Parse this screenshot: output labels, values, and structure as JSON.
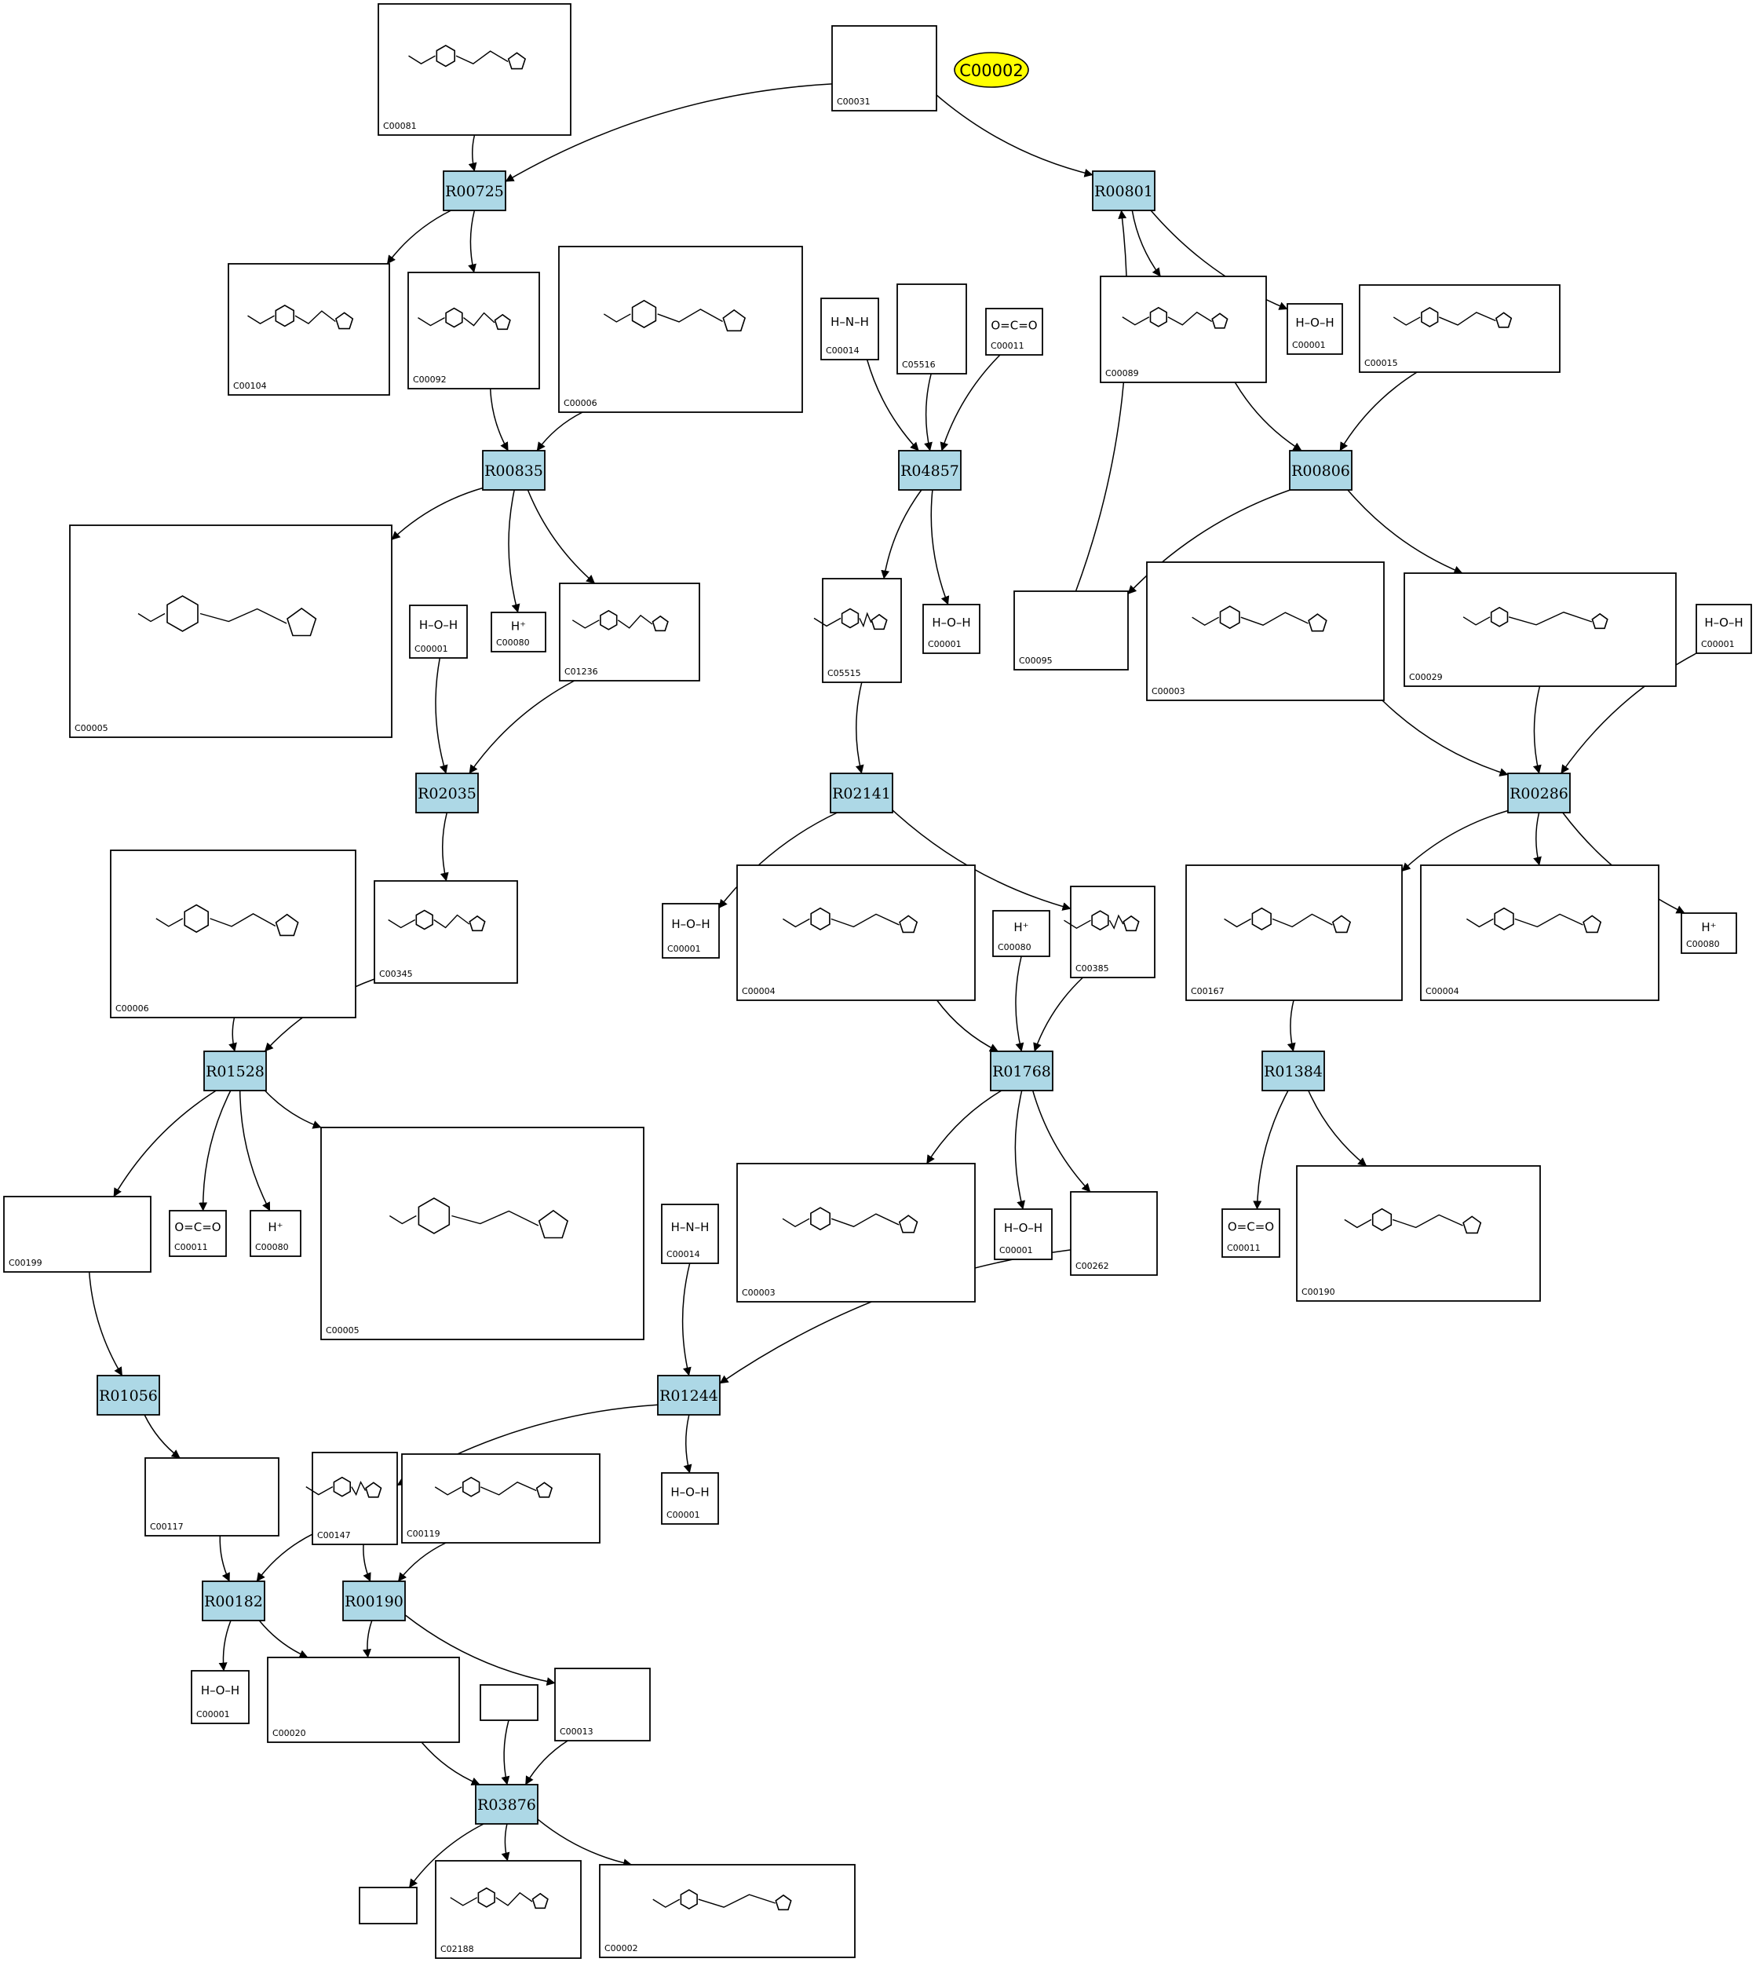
{
  "highlight": {
    "id": "C00002",
    "fill": "#ffff00"
  },
  "colors": {
    "reaction_fill": "#add8e6",
    "line": "#000000",
    "compound_fill": "#ffffff"
  },
  "reactions": [
    {
      "id": "r-R00725",
      "label": "R00725"
    },
    {
      "id": "r-R00801",
      "label": "R00801"
    },
    {
      "id": "r-R00835",
      "label": "R00835"
    },
    {
      "id": "r-R04857",
      "label": "R04857"
    },
    {
      "id": "r-R00806",
      "label": "R00806"
    },
    {
      "id": "r-R02035",
      "label": "R02035"
    },
    {
      "id": "r-R02141",
      "label": "R02141"
    },
    {
      "id": "r-R00286",
      "label": "R00286"
    },
    {
      "id": "r-R01528",
      "label": "R01528"
    },
    {
      "id": "r-R01768",
      "label": "R01768"
    },
    {
      "id": "r-R01384",
      "label": "R01384"
    },
    {
      "id": "r-R01056",
      "label": "R01056"
    },
    {
      "id": "r-R01244",
      "label": "R01244"
    },
    {
      "id": "r-R00182",
      "label": "R00182"
    },
    {
      "id": "r-R00190",
      "label": "R00190"
    },
    {
      "id": "r-R03876",
      "label": "R03876"
    }
  ],
  "compounds": [
    {
      "id": "c01",
      "label": "C00081",
      "formula": ""
    },
    {
      "id": "c02",
      "label": "C00031",
      "formula": ""
    },
    {
      "id": "c03",
      "label": "C00104",
      "formula": ""
    },
    {
      "id": "c04",
      "label": "C00092",
      "formula": ""
    },
    {
      "id": "c05",
      "label": "C00006",
      "formula": ""
    },
    {
      "id": "c06",
      "label": "C00014",
      "formula": "H–N–H"
    },
    {
      "id": "c07",
      "label": "C05516",
      "formula": ""
    },
    {
      "id": "c08",
      "label": "C00011",
      "formula": "O=C=O"
    },
    {
      "id": "c09",
      "label": "C00089",
      "formula": ""
    },
    {
      "id": "c10",
      "label": "C00001",
      "formula": "H–O–H"
    },
    {
      "id": "c11",
      "label": "C00015",
      "formula": ""
    },
    {
      "id": "c12",
      "label": "C00005",
      "formula": ""
    },
    {
      "id": "c13",
      "label": "C00001",
      "formula": "H–O–H"
    },
    {
      "id": "c14",
      "label": "C00080",
      "formula": "H⁺"
    },
    {
      "id": "c15",
      "label": "C01236",
      "formula": ""
    },
    {
      "id": "c16",
      "label": "C05515",
      "formula": ""
    },
    {
      "id": "c17",
      "label": "C00001",
      "formula": "H–O–H"
    },
    {
      "id": "c18",
      "label": "C00095",
      "formula": ""
    },
    {
      "id": "c19",
      "label": "C00003",
      "formula": ""
    },
    {
      "id": "c20",
      "label": "C00029",
      "formula": ""
    },
    {
      "id": "c21",
      "label": "C00001",
      "formula": "H–O–H"
    },
    {
      "id": "c22",
      "label": "C00006",
      "formula": ""
    },
    {
      "id": "c23",
      "label": "C00345",
      "formula": ""
    },
    {
      "id": "c24",
      "label": "C00001",
      "formula": "H–O–H"
    },
    {
      "id": "c25",
      "label": "C00004",
      "formula": ""
    },
    {
      "id": "c26",
      "label": "C00080",
      "formula": "H⁺"
    },
    {
      "id": "c27",
      "label": "C00385",
      "formula": ""
    },
    {
      "id": "c28",
      "label": "C00167",
      "formula": ""
    },
    {
      "id": "c29",
      "label": "C00004",
      "formula": ""
    },
    {
      "id": "c30",
      "label": "C00080",
      "formula": "H⁺"
    },
    {
      "id": "c31",
      "label": "C00199",
      "formula": ""
    },
    {
      "id": "c32",
      "label": "C00011",
      "formula": "O=C=O"
    },
    {
      "id": "c33",
      "label": "C00080",
      "formula": "H⁺"
    },
    {
      "id": "c34",
      "label": "C00005",
      "formula": ""
    },
    {
      "id": "c35",
      "label": "C00014",
      "formula": "H–N–H"
    },
    {
      "id": "c36",
      "label": "C00003",
      "formula": ""
    },
    {
      "id": "c37",
      "label": "C00001",
      "formula": "H–O–H"
    },
    {
      "id": "c38",
      "label": "C00262",
      "formula": ""
    },
    {
      "id": "c39",
      "label": "C00011",
      "formula": "O=C=O"
    },
    {
      "id": "c40",
      "label": "C00190",
      "formula": ""
    },
    {
      "id": "c41",
      "label": "C00117",
      "formula": ""
    },
    {
      "id": "c42",
      "label": "C00147",
      "formula": ""
    },
    {
      "id": "c43",
      "label": "C00119",
      "formula": ""
    },
    {
      "id": "c44",
      "label": "C00001",
      "formula": "H–O–H"
    },
    {
      "id": "c45",
      "label": "C00001",
      "formula": "H–O–H"
    },
    {
      "id": "c46",
      "label": "C00020",
      "formula": ""
    },
    {
      "id": "c47",
      "label": "",
      "formula": ""
    },
    {
      "id": "c48",
      "label": "C00013",
      "formula": ""
    },
    {
      "id": "c49",
      "label": "",
      "formula": ""
    },
    {
      "id": "c50",
      "label": "C02188",
      "formula": ""
    },
    {
      "id": "c51",
      "label": "C00002",
      "formula": ""
    }
  ],
  "edges": [
    [
      "c01",
      "r-R00725"
    ],
    [
      "c02",
      "r-R00725"
    ],
    [
      "c02",
      "r-R00801"
    ],
    [
      "r-R00725",
      "c03"
    ],
    [
      "r-R00725",
      "c04"
    ],
    [
      "r-R00801",
      "c09"
    ],
    [
      "r-R00801",
      "c10"
    ],
    [
      "c04",
      "r-R00835"
    ],
    [
      "c05",
      "r-R00835"
    ],
    [
      "r-R00835",
      "c12"
    ],
    [
      "r-R00835",
      "c14"
    ],
    [
      "r-R00835",
      "c15"
    ],
    [
      "c06",
      "r-R04857"
    ],
    [
      "c07",
      "r-R04857"
    ],
    [
      "c08",
      "r-R04857"
    ],
    [
      "r-R04857",
      "c16"
    ],
    [
      "r-R04857",
      "c17"
    ],
    [
      "c09",
      "r-R00806"
    ],
    [
      "c11",
      "r-R00806"
    ],
    [
      "r-R00806",
      "c18"
    ],
    [
      "r-R00806",
      "c20"
    ],
    [
      "c18",
      "r-R00801"
    ],
    [
      "c13",
      "r-R02035"
    ],
    [
      "c15",
      "r-R02035"
    ],
    [
      "r-R02035",
      "c23"
    ],
    [
      "c16",
      "r-R02141"
    ],
    [
      "r-R02141",
      "c24"
    ],
    [
      "r-R02141",
      "c27"
    ],
    [
      "c19",
      "r-R00286"
    ],
    [
      "c20",
      "r-R00286"
    ],
    [
      "c21",
      "r-R00286"
    ],
    [
      "r-R00286",
      "c28"
    ],
    [
      "r-R00286",
      "c29"
    ],
    [
      "r-R00286",
      "c30"
    ],
    [
      "c22",
      "r-R01528"
    ],
    [
      "c23",
      "r-R01528"
    ],
    [
      "r-R01528",
      "c31"
    ],
    [
      "r-R01528",
      "c32"
    ],
    [
      "r-R01528",
      "c33"
    ],
    [
      "r-R01528",
      "c34"
    ],
    [
      "c25",
      "r-R01768"
    ],
    [
      "c26",
      "r-R01768"
    ],
    [
      "c27",
      "r-R01768"
    ],
    [
      "r-R01768",
      "c36"
    ],
    [
      "r-R01768",
      "c37"
    ],
    [
      "r-R01768",
      "c38"
    ],
    [
      "c28",
      "r-R01384"
    ],
    [
      "r-R01384",
      "c39"
    ],
    [
      "r-R01384",
      "c40"
    ],
    [
      "c31",
      "r-R01056"
    ],
    [
      "r-R01056",
      "c41"
    ],
    [
      "c35",
      "r-R01244"
    ],
    [
      "c38",
      "r-R01244"
    ],
    [
      "r-R01244",
      "c42"
    ],
    [
      "r-R01244",
      "c45"
    ],
    [
      "c41",
      "r-R00182"
    ],
    [
      "c42",
      "r-R00182"
    ],
    [
      "c42",
      "r-R00190"
    ],
    [
      "c43",
      "r-R00190"
    ],
    [
      "r-R00182",
      "c44"
    ],
    [
      "r-R00182",
      "c46"
    ],
    [
      "r-R00190",
      "c46"
    ],
    [
      "r-R00190",
      "c48"
    ],
    [
      "c46",
      "r-R03876"
    ],
    [
      "c47",
      "r-R03876"
    ],
    [
      "c48",
      "r-R03876"
    ],
    [
      "r-R03876",
      "c49"
    ],
    [
      "r-R03876",
      "c50"
    ],
    [
      "r-R03876",
      "c51"
    ]
  ]
}
